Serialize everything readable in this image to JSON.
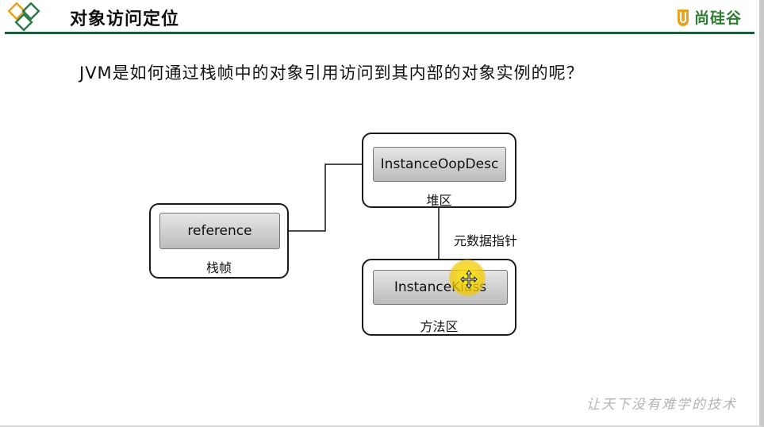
{
  "header": {
    "title": "对象访问定位",
    "brand_name": "尚硅谷"
  },
  "question": "JVM是如何通过栈帧中的对象引用访问到其内部的对象实例的呢？",
  "diagram": {
    "stack_frame": {
      "inner_label": "reference",
      "caption": "栈帧"
    },
    "heap": {
      "inner_label": "InstanceOopDesc",
      "caption": "堆区"
    },
    "method_area": {
      "inner_label": "InstanceKlass",
      "caption": "方法区"
    },
    "metadata_pointer_label": "元数据指针"
  },
  "watermark": "让天下没有难学的技术",
  "colors": {
    "header_rule": "#1f5a3c",
    "brand_green": "#2e7d32",
    "logo_orange": "#e8a020",
    "logo_green": "#2f7a4a",
    "cursor_highlight": "#f2d400"
  }
}
